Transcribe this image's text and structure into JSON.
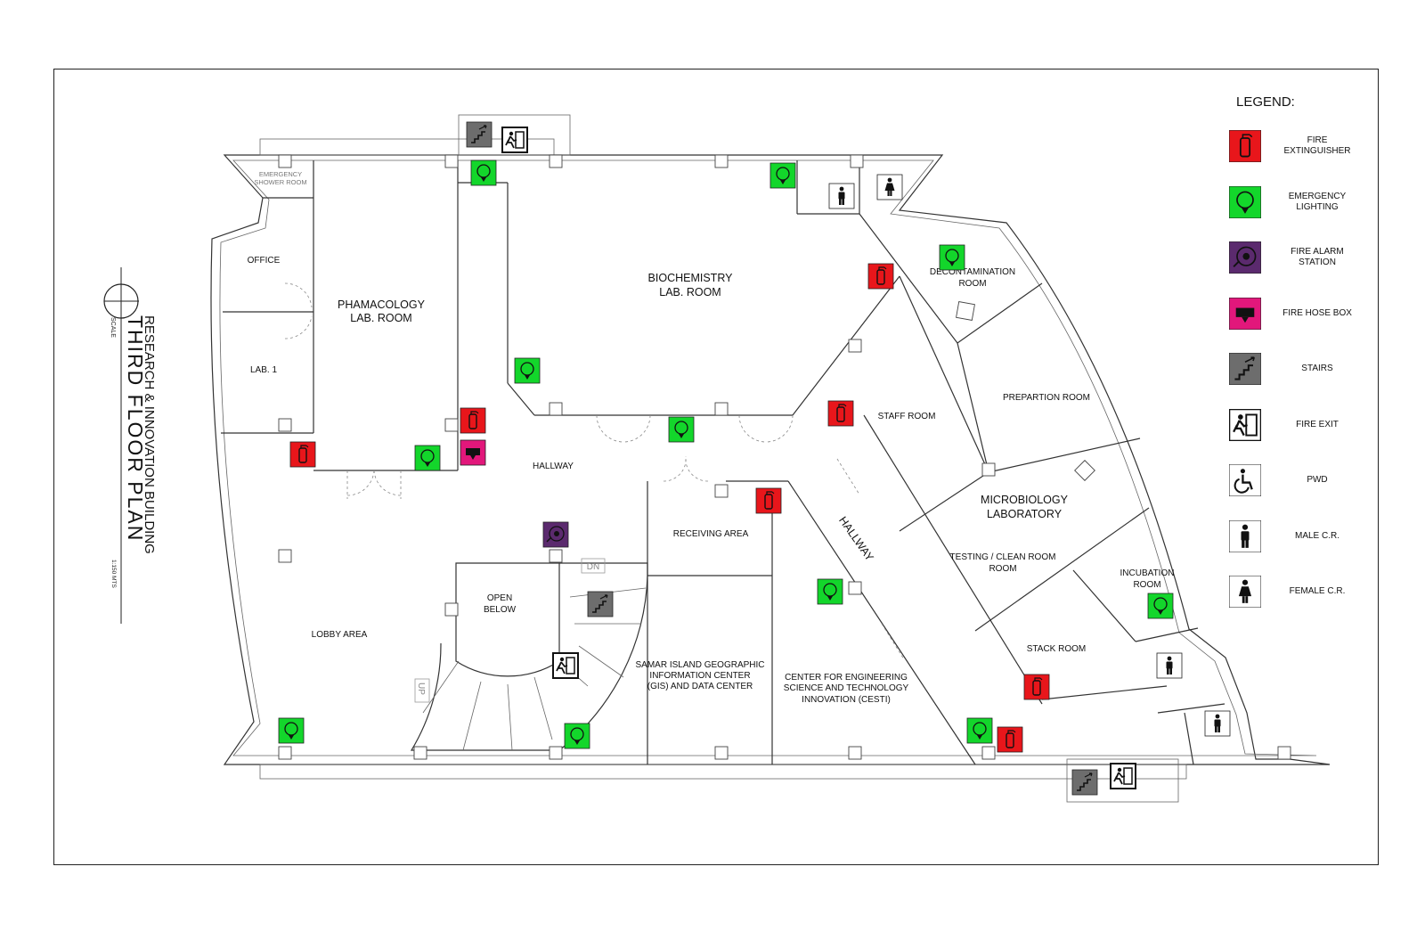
{
  "title_block": {
    "title": "THIRD FLOOR PLAN",
    "building": "RESEARCH & INNOVATION BUILDING",
    "scale_label": "SCALE",
    "scale_value": "1:150 MTS"
  },
  "legend": {
    "title": "LEGEND:",
    "items": [
      {
        "key": "fire-extinguisher",
        "label": "FIRE\nEXTINGUISHER",
        "color": "#e8161b"
      },
      {
        "key": "emergency-lighting",
        "label": "EMERGENCY\nLIGHTING",
        "color": "#13d62b"
      },
      {
        "key": "fire-alarm-station",
        "label": "FIRE ALARM\nSTATION",
        "color": "#5b2a6e"
      },
      {
        "key": "fire-hose-box",
        "label": "FIRE HOSE BOX",
        "color": "#e2177b"
      },
      {
        "key": "stairs",
        "label": "STAIRS",
        "color": "#6d6d6d"
      },
      {
        "key": "fire-exit",
        "label": "FIRE EXIT",
        "color": "#ffffff"
      },
      {
        "key": "pwd",
        "label": "PWD",
        "color": "#ffffff"
      },
      {
        "key": "male-cr",
        "label": "MALE C.R.",
        "color": "#ffffff"
      },
      {
        "key": "female-cr",
        "label": "FEMALE C.R.",
        "color": "#ffffff"
      }
    ]
  },
  "rooms": {
    "emergency_shower_1": "EMERGENCY",
    "emergency_shower_2": "SHOWER ROOM",
    "office": "OFFICE",
    "lab1": "LAB. 1",
    "pharma_1": "PHAMACOLOGY",
    "pharma_2": "LAB. ROOM",
    "biochem_1": "BIOCHEMISTRY",
    "biochem_2": "LAB. ROOM",
    "decon_1": "DECONTAMINATION",
    "decon_2": "ROOM",
    "staff": "STAFF ROOM",
    "prep": "PREPARTION ROOM",
    "micro_1": "MICROBIOLOGY",
    "micro_2": "LABORATORY",
    "testing_1": "TESTING / CLEAN ROOM",
    "testing_2": "ROOM",
    "incubation_1": "INCUBATION",
    "incubation_2": "ROOM",
    "stack": "STACK ROOM",
    "hallway_main": "HALLWAY",
    "hallway_diag": "HALLWAY",
    "receiving": "RECEIVING AREA",
    "open_1": "OPEN",
    "open_2": "BELOW",
    "lobby": "LOBBY AREA",
    "gis_1": "SAMAR ISLAND GEOGRAPHIC",
    "gis_2": "INFORMATION CENTER",
    "gis_3": "(GIS) AND DATA CENTER",
    "cesti_1": "CENTER FOR ENGINEERING",
    "cesti_2": "SCIENCE AND TECHNOLOGY",
    "cesti_3": "INNOVATION (CESTI)",
    "dn": "DN",
    "up": "UP"
  }
}
